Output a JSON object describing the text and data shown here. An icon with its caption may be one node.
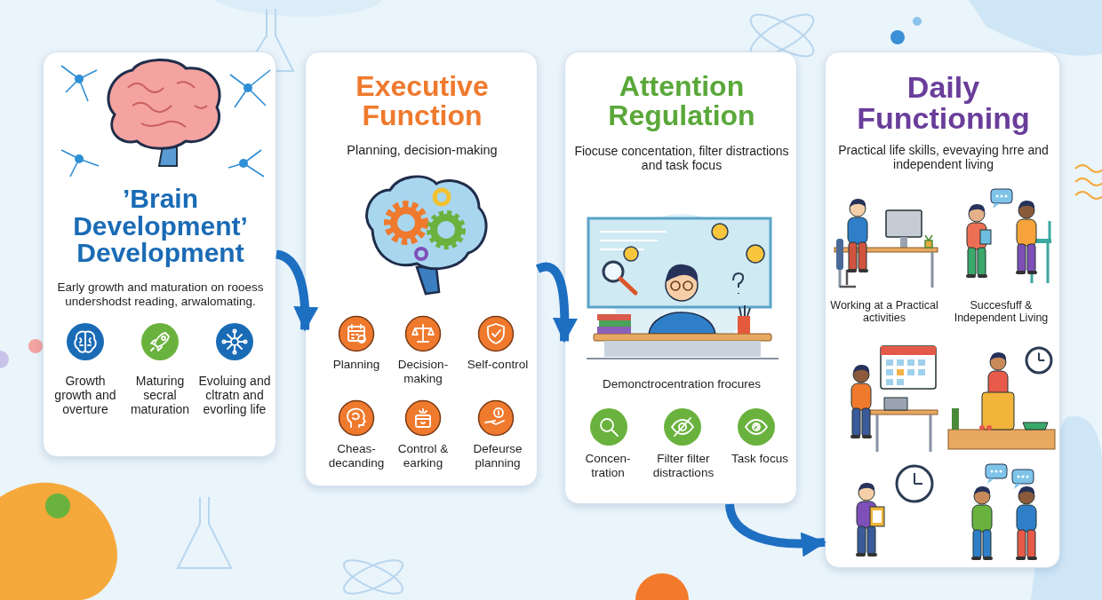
{
  "diagram": {
    "nodes": [
      {
        "text": [
          "’Brain Development’ Development",
          "Early growth and maturation on rooess undershodst reading, arwalomating.",
          "Growth growth and overture",
          "Maturing secral maturation",
          "Evoluing and cltratn and evorling life"
        ]
      },
      {
        "text": [
          "Executive Function",
          "Planning, decision-making",
          "Planning",
          "Decision-making",
          "Self-control",
          "Cheas-decanding",
          "Control & earking",
          "Defeurse planning"
        ]
      },
      {
        "text": [
          "Attention Regulation",
          "Fiocuse concentation, filter distractions and task focus",
          "Demonctrocentration frocures",
          "Concen-tration",
          "Filter filter distractions",
          "Task focus"
        ]
      },
      {
        "text": [
          "Daily Functioning",
          "Practical life skills, evevaying hrre and independent living",
          "Working at a Practical activities",
          "Succesfuff & Independent Living"
        ]
      }
    ],
    "edges": [
      {
        "from": 0,
        "to": 1,
        "arrow": "to"
      },
      {
        "from": 1,
        "to": 2,
        "arrow": "to"
      },
      {
        "from": 2,
        "to": 3,
        "arrow": "to"
      }
    ]
  }
}
